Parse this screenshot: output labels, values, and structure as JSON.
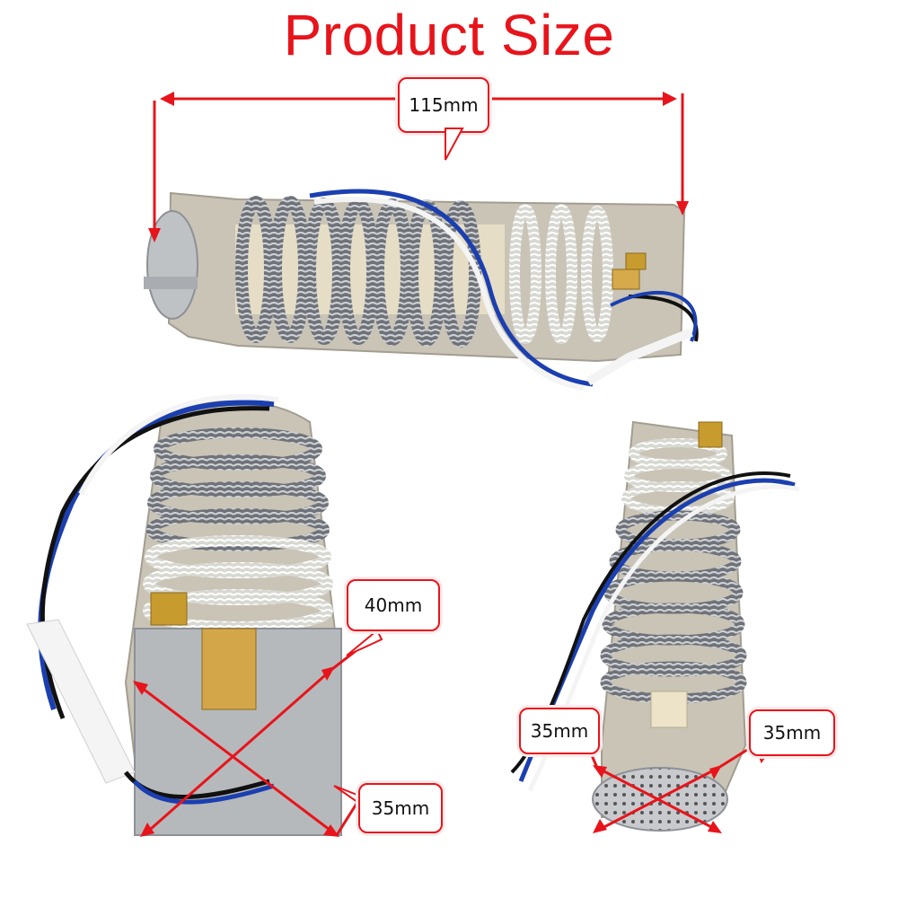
{
  "title": "Product Size",
  "measurements": {
    "length": "115mm",
    "bottom_left_height": "40mm",
    "bottom_left_width": "35mm",
    "bottom_right_left": "35mm",
    "bottom_right_right": "35mm"
  },
  "colors": {
    "accent": "#e8141b",
    "wire_blue": "#1b3fb0",
    "wire_black": "#111111",
    "wire_white": "#f4f4f4",
    "coil": "#8d9096",
    "mica": "#c9c4b6"
  },
  "photos": [
    {
      "name": "heater-side-view",
      "icon": "heating-element"
    },
    {
      "name": "heater-end-view-left",
      "icon": "heating-element"
    },
    {
      "name": "heater-end-view-right",
      "icon": "heating-element"
    }
  ]
}
